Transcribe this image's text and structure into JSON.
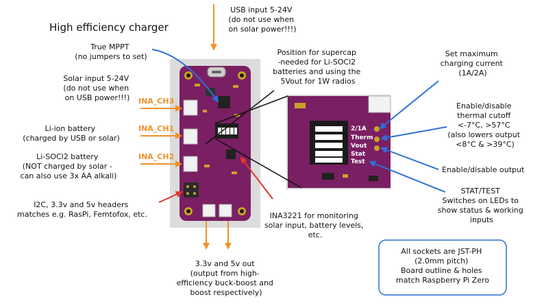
{
  "title": "High efficiency charger",
  "colors": {
    "board": "#7a1f63",
    "board_dark": "#5e164b",
    "pad": "#c9a227",
    "arrow_orange": "#f0922a",
    "arrow_red": "#e0372f",
    "arrow_blue": "#2f6fd6",
    "arrow_black": "#111111",
    "panel": "#dcdcdc",
    "note_border": "#2f6fd6"
  },
  "annotations": {
    "usb_input": [
      "USB input 5-24V",
      "(do not use when",
      "on solar power!!!)"
    ],
    "mppt": [
      "True MPPT",
      "(no jumpers to set)"
    ],
    "solar_input": [
      "Solar input 5-24V",
      "(do not use when",
      "on USB power!!!)"
    ],
    "liion": [
      "Li-ion battery",
      "(charged by USB or solar)"
    ],
    "lisocl2": [
      "Li-SOCl2 battery",
      "(NOT charged by solar -",
      "can also use 3x AA alkali)"
    ],
    "headers": [
      "I2C, 3.3v and 5v headers",
      "matches e.g. RasPi, Femtofox, etc."
    ],
    "supercap": [
      "Position for supercap",
      "-needed for Li-SOCl2",
      "batteries and using the",
      "5Vout for 1W radios"
    ],
    "ina3221": [
      "INA3221 for monitoring",
      "solar input, battery levels,",
      "etc."
    ],
    "outputs": [
      "3.3v and 5v out",
      "(output from high-",
      "efficiency buck-boost and",
      "boost respectively)"
    ],
    "max_current": [
      "Set maximum",
      "charging current",
      "(1A/2A)"
    ],
    "thermal": [
      "Enable/disable",
      "thermal cutoff",
      "<-7°C, >57°C",
      "(also lowers output",
      "<8°C & >39°C)"
    ],
    "enable_output": [
      "Enable/disable output"
    ],
    "stat_test": [
      "STAT/TEST",
      "Switches on LEDs to",
      "show status & working",
      "inputs"
    ]
  },
  "channels": {
    "ch3": "INA_CH3",
    "ch1": "INA_CH1",
    "ch2": "INA_CH2"
  },
  "switch_labels": [
    "2/1A",
    "Therm",
    "Vout",
    "Stat",
    "Test"
  ],
  "note": [
    "All sockets are JST-PH",
    "(2.0mm pitch)",
    "Board outline & holes",
    "match Raspberry Pi Zero"
  ]
}
